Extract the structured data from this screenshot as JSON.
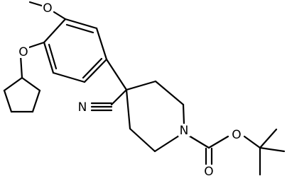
{
  "molecule": {
    "atoms": {
      "methoxy_o": "O",
      "ether_o": "O",
      "nitrile_n": "N",
      "piperidine_n": "N",
      "carbonyl_o": "O",
      "ester_o": "O"
    }
  },
  "colors": {
    "bond": "#000000",
    "label": "#000000",
    "background": "#ffffff"
  }
}
